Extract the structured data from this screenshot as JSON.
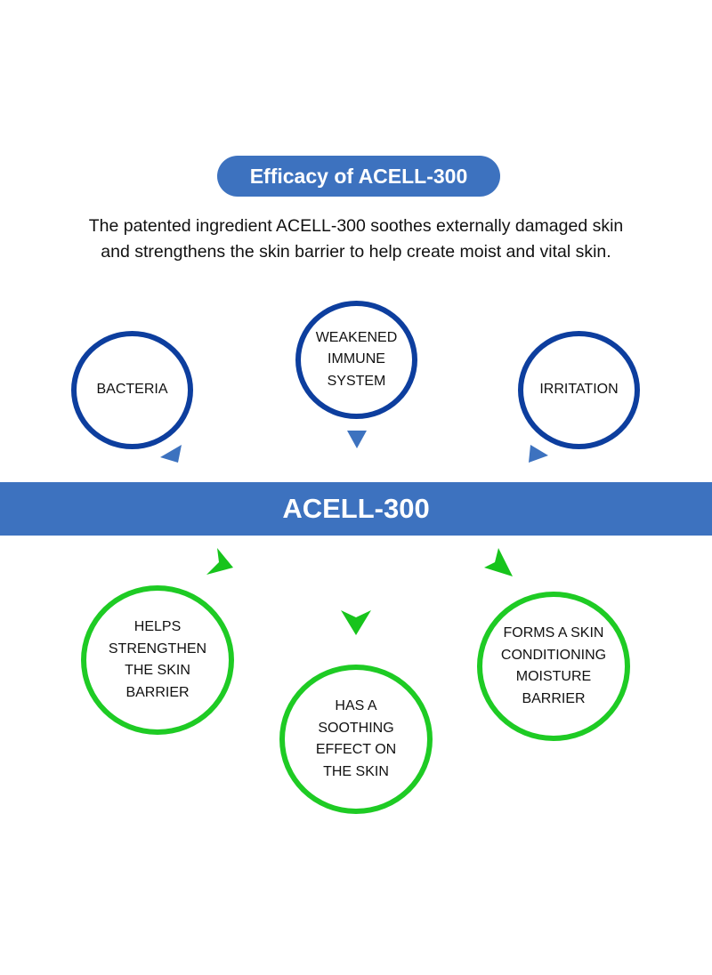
{
  "header": {
    "title": "Efficacy of ACELL-300",
    "description_lines": [
      "The patented ingredient ACELL-300 soothes externally damaged skin",
      "and strengthens the skin barrier to help create moist and vital skin."
    ]
  },
  "causes": [
    {
      "lines": [
        "BACTERIA"
      ]
    },
    {
      "lines": [
        "WEAKENED",
        "IMMUNE",
        "SYSTEM"
      ]
    },
    {
      "lines": [
        "IRRITATION"
      ]
    }
  ],
  "center_band": {
    "label": "ACELL-300"
  },
  "effects": [
    {
      "lines": [
        "HELPS",
        "STRENGTHEN",
        "THE SKIN",
        "BARRIER"
      ]
    },
    {
      "lines": [
        "HAS A",
        "SOOTHING",
        "EFFECT ON",
        "THE SKIN"
      ]
    },
    {
      "lines": [
        "FORMS A SKIN",
        "CONDITIONING",
        "MOISTURE",
        "BARRIER"
      ]
    }
  ],
  "colors": {
    "accent_blue": "#3d72bf",
    "circle_blue": "#0d3e9e",
    "circle_green": "#1ecb24",
    "arrow_green": "#17c41c"
  }
}
